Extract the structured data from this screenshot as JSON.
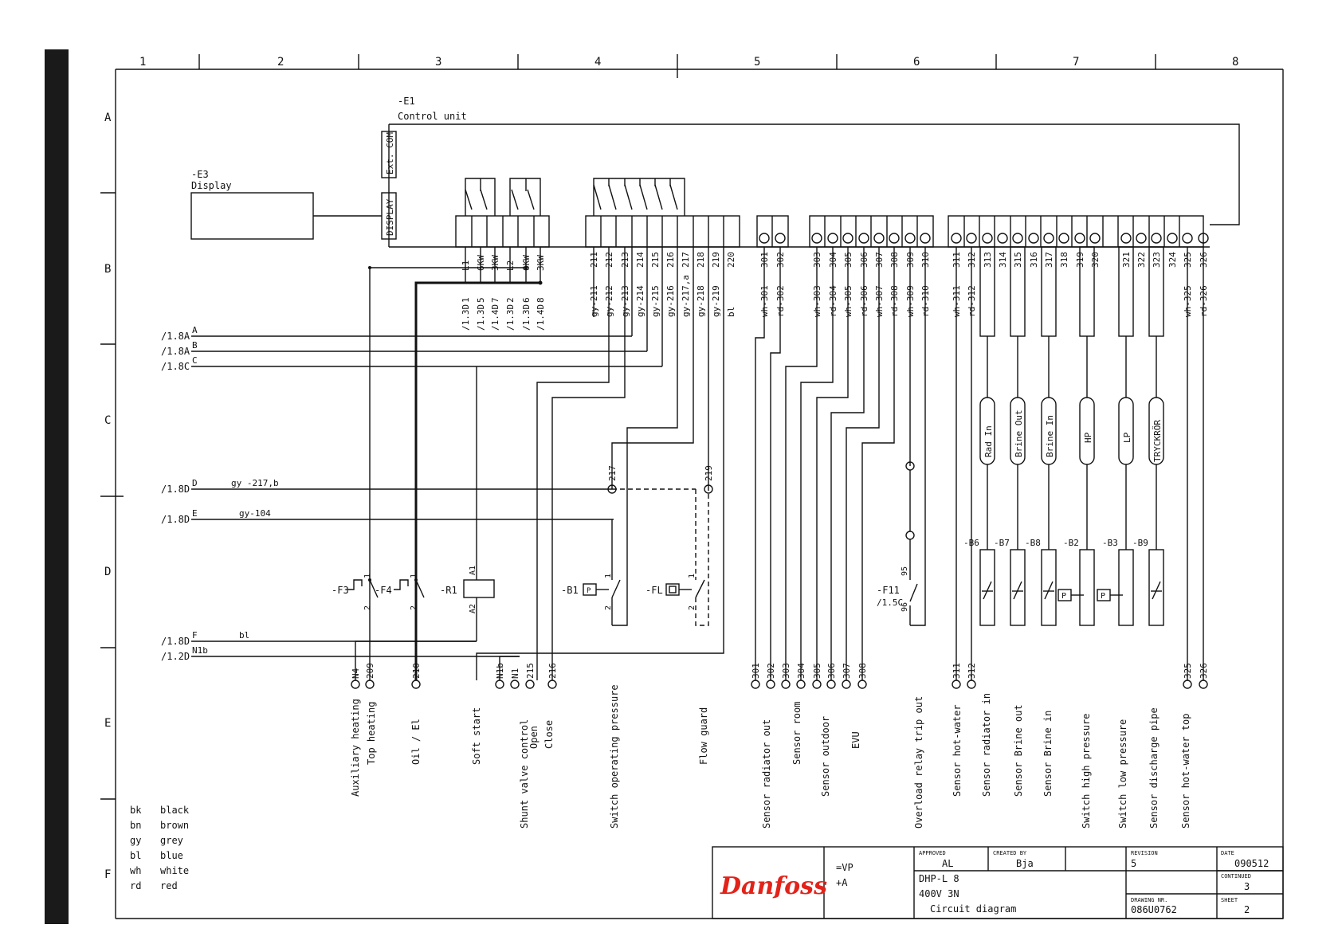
{
  "columns": [
    "1",
    "2",
    "3",
    "4",
    "5",
    "6",
    "7",
    "8"
  ],
  "rows": [
    "A",
    "B",
    "C",
    "D",
    "E",
    "F"
  ],
  "control_unit": {
    "ref": "-E1",
    "name": "Control unit",
    "port_com": "Ext. COM",
    "port_display": "DISPLAY"
  },
  "display_unit": {
    "ref": "-E3",
    "name": "Display"
  },
  "relay_terms": [
    "L1",
    "6KW",
    "3KW",
    "L2",
    "6KW",
    "3KW"
  ],
  "relay_bottom": [
    "1",
    "5",
    "7",
    "2",
    "6",
    "8"
  ],
  "relay_refs": [
    "/1.3D",
    "/1.3D",
    "/1.4D",
    "/1.3D",
    "/1.3D",
    "/1.4D"
  ],
  "terms_211": [
    "211",
    "212",
    "213",
    "214",
    "215",
    "216",
    "217",
    "218",
    "219",
    "220"
  ],
  "wires_211": [
    "gy-211",
    "gy-212",
    "gy-213",
    "gy-214",
    "gy-215",
    "gy-216",
    "gy-217,a",
    "gy-218",
    "gy-219",
    "bl"
  ],
  "terms_301": [
    "301",
    "302"
  ],
  "wires_301": [
    "wh-301",
    "rd-302"
  ],
  "terms_303": [
    "303",
    "304",
    "305",
    "306",
    "307",
    "308",
    "309",
    "310"
  ],
  "wires_303": [
    "wh-303",
    "rd-304",
    "wh-305",
    "rd-306",
    "wh-307",
    "rd-308",
    "wh-309",
    "rd-310"
  ],
  "terms_311": [
    "311",
    "312",
    "313",
    "314",
    "315",
    "316",
    "317",
    "318",
    "319",
    "320",
    "321",
    "322",
    "323",
    "324",
    "325",
    "326"
  ],
  "wires_311": [
    "wh-311",
    "rd-312",
    "wh-325",
    "rd-326"
  ],
  "refs": [
    {
      "ref": "/1.8A",
      "bus": "A"
    },
    {
      "ref": "/1.8A",
      "bus": "B"
    },
    {
      "ref": "/1.8C",
      "bus": "C"
    },
    {
      "ref": "/1.8D",
      "bus": "D",
      "wire": "gy -217,b"
    },
    {
      "ref": "/1.8D",
      "bus": "E",
      "wire": "gy-104"
    },
    {
      "ref": "/1.8D",
      "bus": "F",
      "wire": "bl"
    },
    {
      "ref": "/1.2D",
      "bus": "N1b"
    }
  ],
  "junction_labels": [
    "217",
    "219"
  ],
  "sensors": [
    "Rad In",
    "Brine Out",
    "Brine In",
    "HP",
    "LP",
    "TRYCKRÖR"
  ],
  "sensor_refs": [
    "-B6",
    "-B7",
    "-B8",
    "-B2",
    "-B3",
    "-B9"
  ],
  "devices": {
    "f3": "-F3",
    "f4": "-F4",
    "r1": "-R1",
    "r1_a1": "A1",
    "r1_a2": "A2",
    "b1": "-B1",
    "fl": "-FL",
    "f11": "-F11",
    "f11_ref": "/1.5C",
    "pin1": "1",
    "pin2": "2",
    "f11_95": "95",
    "f11_96": "96",
    "p": "P"
  },
  "bottom_terms": [
    {
      "label": "N4"
    },
    {
      "label": "209"
    },
    {
      "label": "210"
    },
    {
      "label": "N1b"
    },
    {
      "label": "N1"
    },
    {
      "label": "215"
    },
    {
      "label": "216"
    },
    {
      "label": "301"
    },
    {
      "label": "302"
    },
    {
      "label": "303"
    },
    {
      "label": "304"
    },
    {
      "label": "305"
    },
    {
      "label": "306"
    },
    {
      "label": "307"
    },
    {
      "label": "308"
    },
    {
      "label": "311"
    },
    {
      "label": "312"
    },
    {
      "label": "325"
    },
    {
      "label": "326"
    }
  ],
  "functions": [
    "Auxiliary heating",
    "Top heating",
    "Oil / El",
    "Soft start",
    "Shunt valve control",
    "Open",
    "Close",
    "Switch operating pressure",
    "Flow guard",
    "Sensor radiator out",
    "Sensor room",
    "Sensor outdoor",
    "EVU",
    "Overload relay trip out",
    "Sensor hot-water",
    "Sensor radiator in",
    "Sensor Brine out",
    "Sensor Brine in",
    "Switch high pressure",
    "Switch low pressure",
    "Sensor discharge pipe",
    "Sensor hot-water top"
  ],
  "legend": [
    {
      "code": "bk",
      "name": "black"
    },
    {
      "code": "bn",
      "name": "brown"
    },
    {
      "code": "gy",
      "name": "grey"
    },
    {
      "code": "bl",
      "name": "blue"
    },
    {
      "code": "wh",
      "name": "white"
    },
    {
      "code": "rd",
      "name": "red"
    }
  ],
  "title_block": {
    "logo": "Danfoss",
    "eq_vp": "=VP",
    "plus_a": "+A",
    "approved_label": "APPROVED",
    "approved": "AL",
    "created_label": "CREATED BY",
    "created": "Bja",
    "revision_label": "REVISION",
    "revision": "5",
    "date_label": "DATE",
    "date": "090512",
    "product": "DHP-L 8",
    "voltage": "400V 3N",
    "doc_title": "Circuit diagram",
    "continued_label": "CONTINUED",
    "continued": "3",
    "drawing_label": "DRAWING NR.",
    "drawing": "086U0762",
    "sheet_label": "SHEET",
    "sheet": "2"
  },
  "colors": {
    "logo": "#e2231a",
    "ink": "#111111",
    "bar": "#1a1a1a"
  }
}
